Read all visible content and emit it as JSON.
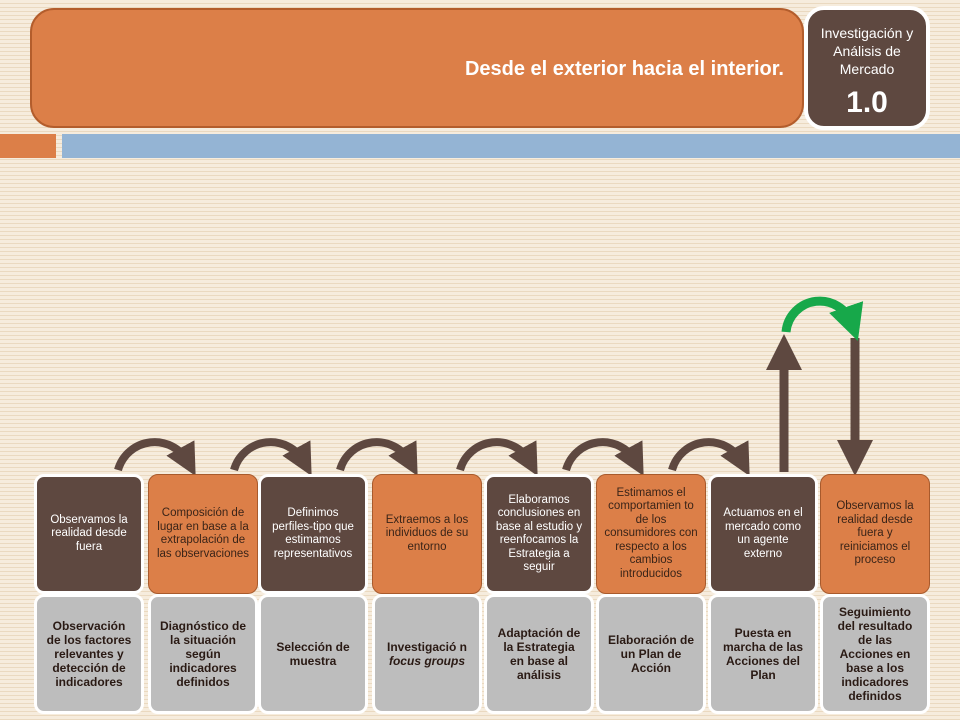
{
  "header": {
    "title": "Desde el exterior hacia el interior.",
    "badge_label": "Investigación y Análisis de Mercado",
    "badge_number": "1.0"
  },
  "colors": {
    "orange": "#dc7f48",
    "dark_brown": "#5e4840",
    "grey": "#bdbdbd",
    "blue_band": "#94b4d4",
    "green_arrow": "#17a84a"
  },
  "steps": [
    {
      "top": "Observamos la realidad desde fuera",
      "top_style": "dark",
      "bottom": "Observación de los factores relevantes y detección de indicadores"
    },
    {
      "top": "Composición de lugar en base a la extrapolación de las observaciones",
      "top_style": "orange",
      "bottom": "Diagnóstico de la situación según indicadores definidos"
    },
    {
      "top": "Definimos perfiles-tipo que estimamos representativos",
      "top_style": "dark",
      "bottom": "Selección de muestra"
    },
    {
      "top": "Extraemos a los individuos de su entorno",
      "top_style": "orange",
      "bottom_a": "Investigació n ",
      "bottom_b": "focus groups"
    },
    {
      "top": "Elaboramos conclusiones en base al estudio y reenfocamos la Estrategia a seguir",
      "top_style": "dark",
      "bottom": "Adaptación de la Estrategia en base al análisis"
    },
    {
      "top": "Estimamos el comportamien to de los consumidores con respecto a los cambios introducidos",
      "top_style": "orange",
      "bottom": "Elaboración de un Plan de Acción"
    },
    {
      "top": "Actuamos en el mercado como un agente externo",
      "top_style": "dark",
      "bottom": "Puesta en marcha de las Acciones del Plan"
    },
    {
      "top": "Observamos la realidad desde fuera y reiniciamos el proceso",
      "top_style": "orange",
      "bottom": "Seguimiento del resultado de las Acciones en base a los indicadores definidos"
    }
  ]
}
